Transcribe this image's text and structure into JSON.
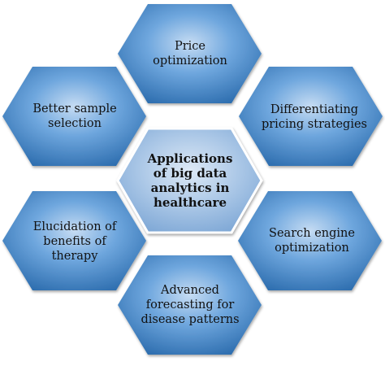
{
  "diagram": {
    "center": {
      "label": "Applications of big data analytics in healthcare"
    },
    "nodes": [
      {
        "id": "top",
        "label": "Price optimization"
      },
      {
        "id": "top-right",
        "label": "Differentiating pricing strategies"
      },
      {
        "id": "bottom-right",
        "label": "Search engine optimization"
      },
      {
        "id": "bottom",
        "label": "Advanced forecasting for disease patterns"
      },
      {
        "id": "bottom-left",
        "label": "Elucidation of benefits of therapy"
      },
      {
        "id": "top-left",
        "label": "Better sample selection"
      }
    ]
  },
  "colors": {
    "hex_light": "#b9d4f0",
    "hex_mid": "#5b9ad6",
    "hex_dark": "#2f6fb0",
    "center_light": "#d3e3f4",
    "center_dark": "#7fa8d6",
    "text": "#111111"
  }
}
